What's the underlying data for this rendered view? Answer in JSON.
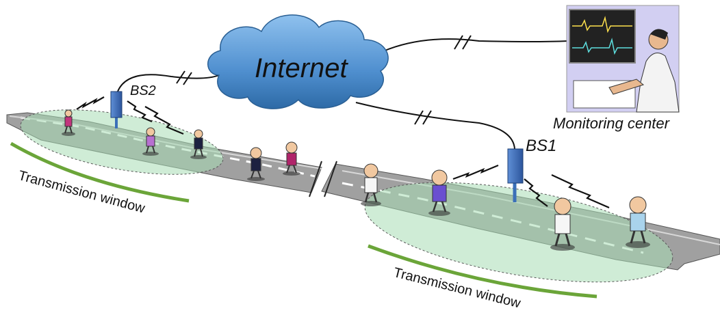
{
  "labels": {
    "internet": "Internet",
    "bs1": "BS1",
    "bs2": "BS2",
    "monitoring_center": "Monitoring center",
    "transmission_window_left": "Transmission window",
    "transmission_window_right": "Transmission window"
  },
  "colors": {
    "cloud": "#5b9bd5",
    "cloud_dark": "#2f6fa8",
    "road": "#9a9a9a",
    "coverage": "#bfe3c8",
    "window_line": "#6ba539",
    "base_station": "#3a6fb8",
    "ecg_yellow": "#ffe14d",
    "ecg_cyan": "#5ee0e0"
  }
}
